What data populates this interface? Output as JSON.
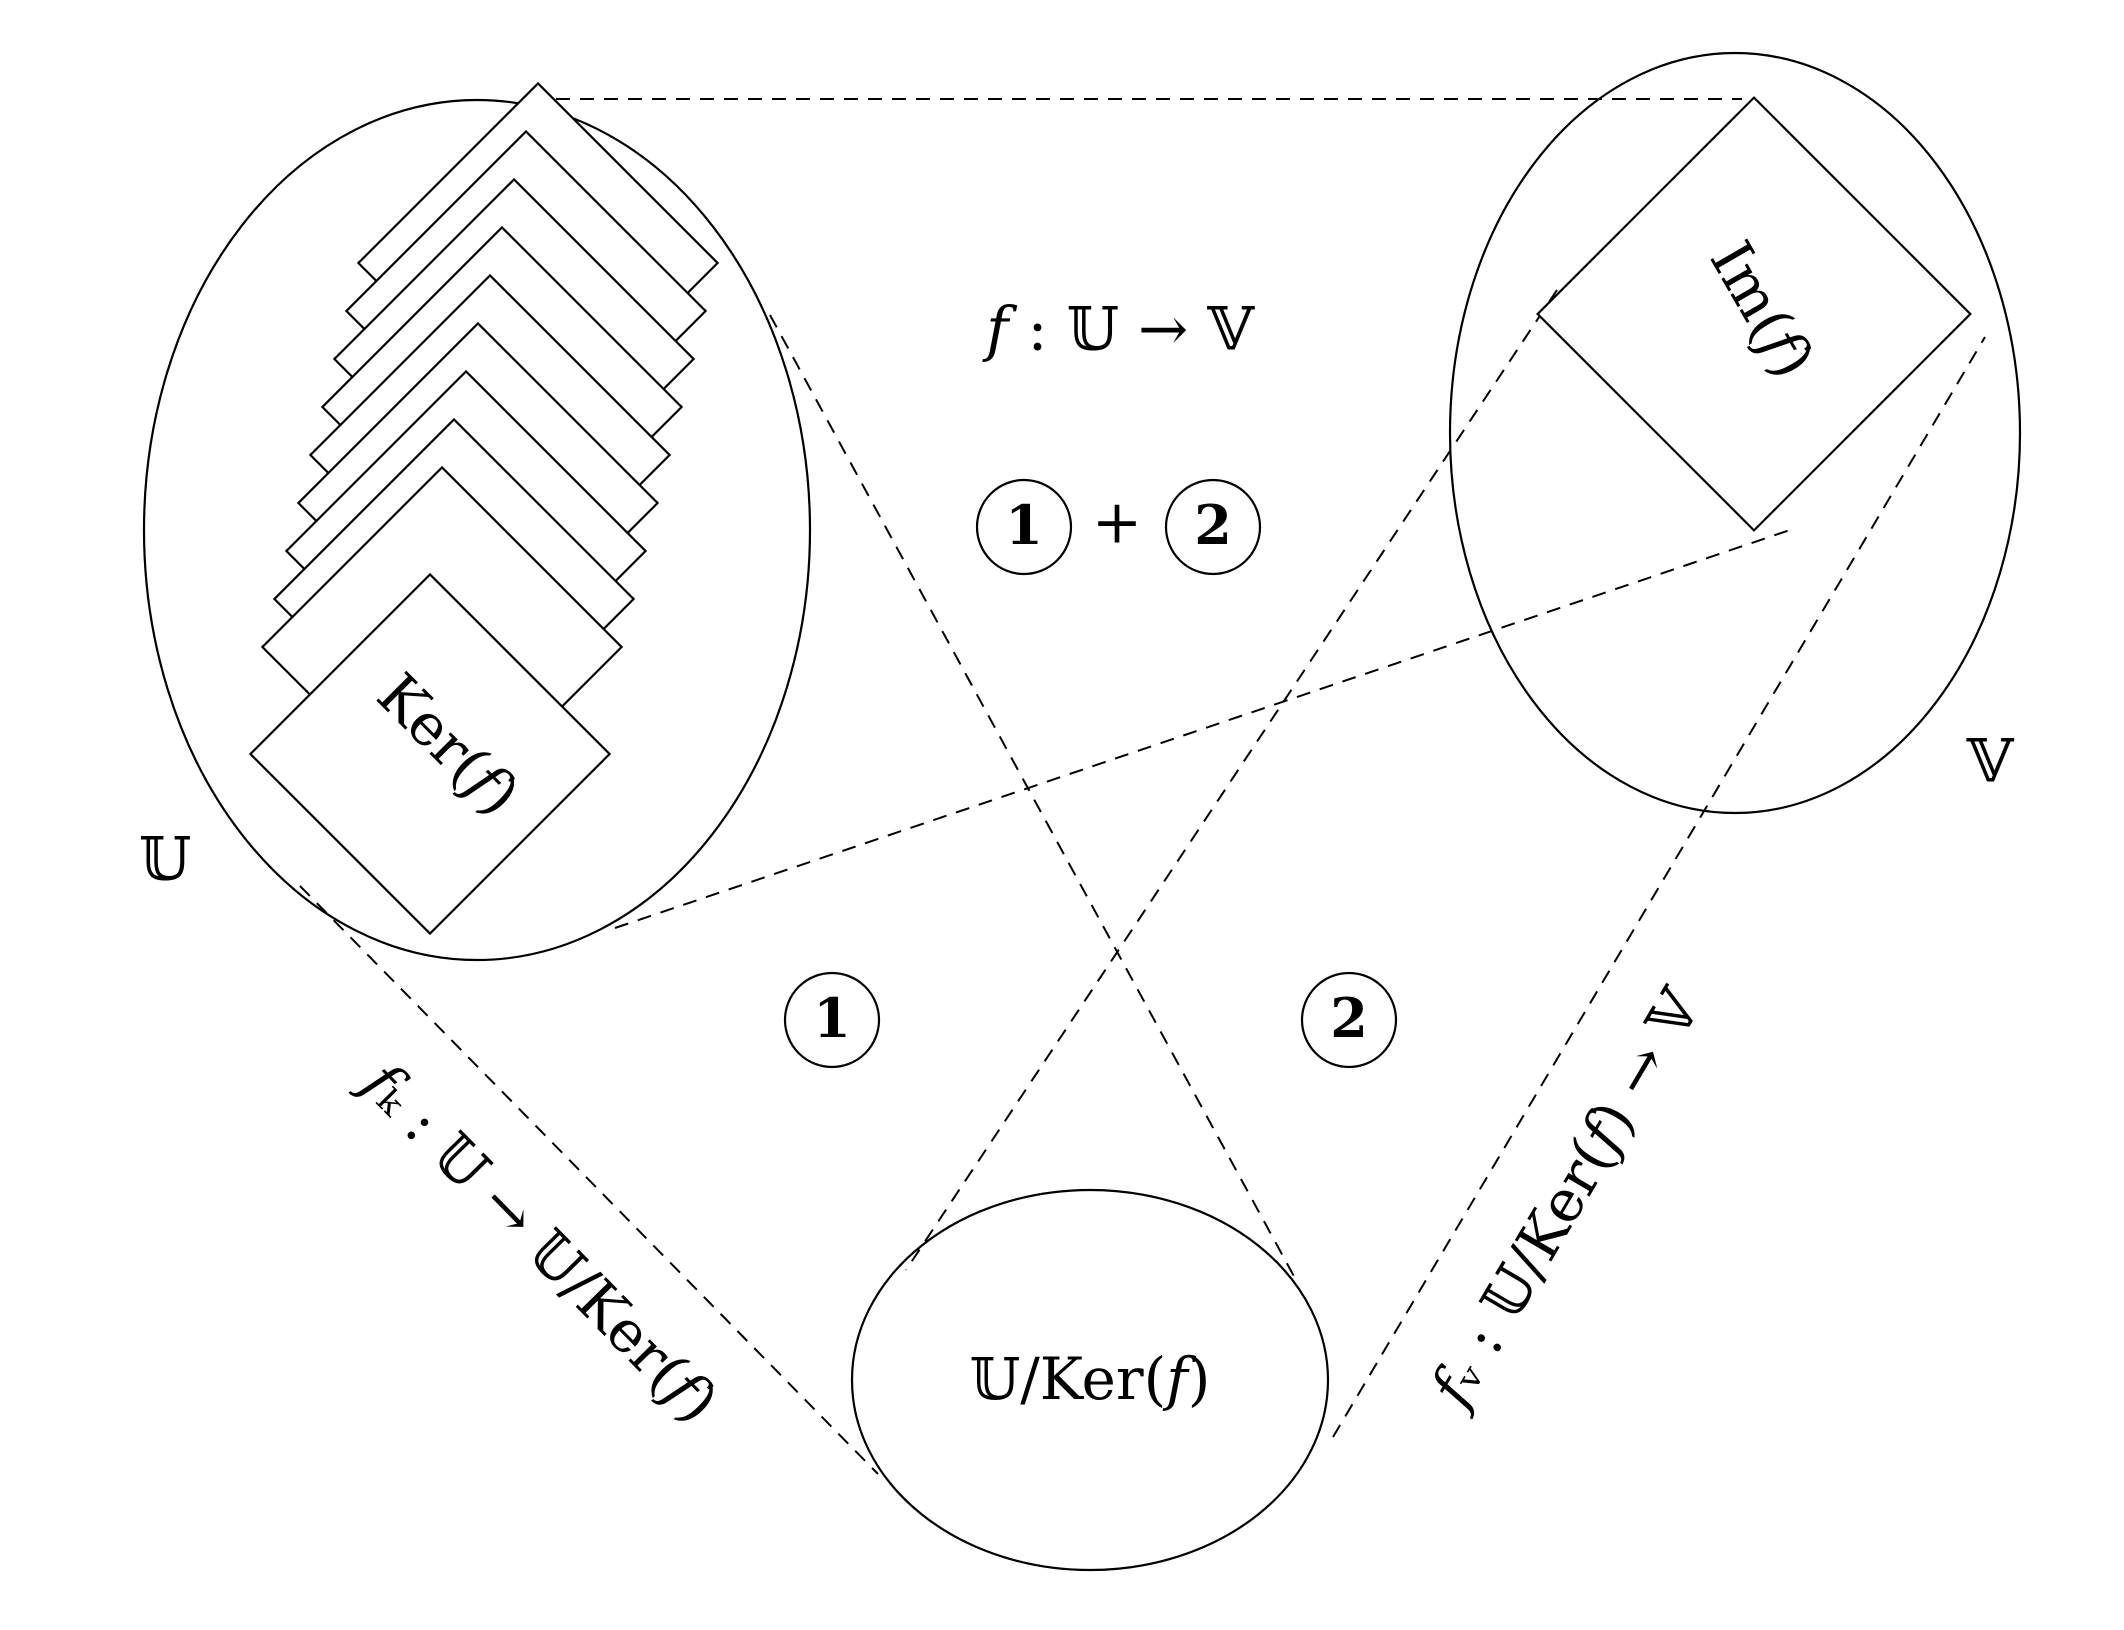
{
  "labels": {
    "set_u": "𝕌",
    "set_v": "𝕍",
    "kernel": "Ker(𝑓)",
    "image": "Im(𝑓)",
    "quotient": "𝕌/Ker(𝑓)",
    "map_f": "𝑓 : 𝕌 → 𝕍",
    "map_fk": "𝑓ₖ : 𝕌 → 𝕌/Ker(𝑓)",
    "map_fv": "𝑓ᵥ : 𝕌/Ker(𝑓) → 𝕍",
    "plus": "+"
  },
  "markers": {
    "one": "1",
    "two": "2"
  }
}
